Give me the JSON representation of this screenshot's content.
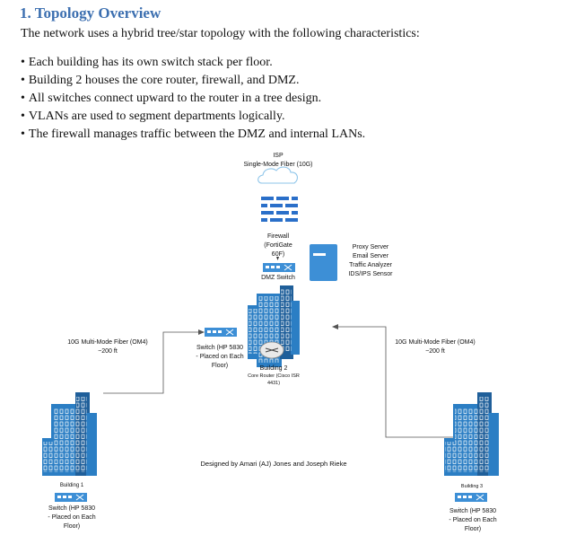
{
  "doc": {
    "heading": "1. Topology Overview",
    "intro": "The network uses a hybrid tree/star topology with the following characteristics:",
    "bullets": [
      "Each building has its own switch stack per floor.",
      "Building 2 houses the core router, firewall, and DMZ.",
      "All switches connect upward to the router in a tree design.",
      "VLANs are used to segment departments logically.",
      "The firewall manages traffic between the DMZ and internal LANs."
    ]
  },
  "diagram": {
    "isp": "ISP",
    "isp_link": "Single-Mode Fiber (10G)",
    "firewall": [
      "Firewall",
      "(FortiGate",
      "60F)"
    ],
    "dmz_switch": "DMZ Switch",
    "dmz_servers": [
      "Proxy Server",
      "Email Server",
      "Traffic Analyzer",
      "IDS/IPS Sensor"
    ],
    "link_left": [
      "10G Multi-Mode Fiber (OM4)",
      "~200 ft"
    ],
    "link_right": [
      "10G Multi-Mode Fiber (OM4)",
      "~200 ft"
    ],
    "b2_switch": [
      "Switch (HP 5830",
      "- Placed on Each",
      "Floor)"
    ],
    "building2": "Building 2",
    "core_router": [
      "Core Router (Cisco ISR",
      "4431)"
    ],
    "building1": "Building 1",
    "b1_switch": [
      "Switch (HP 5830",
      "- Placed on Each",
      "Floor)"
    ],
    "building3": "Building 3",
    "b3_switch": [
      "Switch (HP 5830",
      "- Placed on Each",
      "Floor)"
    ],
    "credit": "Designed by Amari (AJ) Jones and Joseph Rieke",
    "colors": {
      "building": "#2b7ec4",
      "building_dark": "#1f5f9a",
      "switch": "#3d8fd6",
      "firewall": "#2a6fc9",
      "cloud_stroke": "#8ec5ea"
    }
  }
}
